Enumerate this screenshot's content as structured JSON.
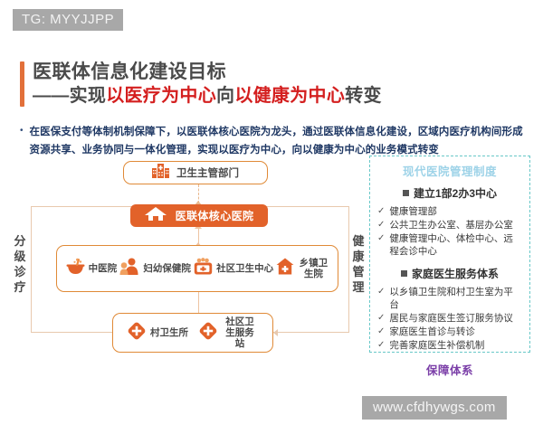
{
  "watermarks": {
    "top": "TG: MYYJJPP",
    "bottom": "www.cfdhywgs.com"
  },
  "title": {
    "main": "医联体信息化建设目标",
    "sub_prefix": "——实现",
    "sub_hl1": "以医疗为中心",
    "sub_mid": "向",
    "sub_hl2": "以健康为中心",
    "sub_suffix": "转变",
    "accent_color": "#e2703a",
    "highlight_color": "#d41f1f"
  },
  "bullet": {
    "marker": "•",
    "text": "在医保支付等体制机制保障下，以医联体核心医院为龙头，通过医联体信息化建设，区域内医疗机构间形成资源共享、业务协同与一体化管理，实现以医疗为中心，向以健康为中心的业务模式转变",
    "color": "#1f3864"
  },
  "diagram": {
    "authority": {
      "label": "卫生主管部门",
      "icon": "hospital-building-icon"
    },
    "core": {
      "label": "医联体核心医院",
      "icon": "home-icon",
      "fill": "#e2622a"
    },
    "middle_row": [
      {
        "label": "中医院",
        "icon": "mortar-bowl-icon"
      },
      {
        "label": "妇幼保健院",
        "icon": "mother-child-icon"
      },
      {
        "label": "社区卫生中心",
        "icon": "community-clinic-icon"
      },
      {
        "label": "乡镇卫生院",
        "icon": "house-cross-icon"
      }
    ],
    "bottom_row": [
      {
        "label": "村卫生所",
        "icon": "cross-diamond-icon"
      },
      {
        "label": "社区卫生服务站",
        "icon": "cross-diamond-icon"
      }
    ],
    "side_left": "分级诊疗",
    "side_right": "健康管理",
    "frame_color": "#e8c9ae",
    "node_border_color": "#e08a37"
  },
  "panel": {
    "title": "现代医院管理制度",
    "title_color": "#9ed3e8",
    "border_color": "#68c8c8",
    "sections": [
      {
        "heading": "建立1部2办3中心",
        "items": [
          "健康管理部",
          "公共卫生办公室、基层办公室",
          "健康管理中心、体检中心、远程会诊中心"
        ]
      },
      {
        "heading": "家庭医生服务体系",
        "items": [
          "以乡镇卫生院和村卫生室为平台",
          "居民与家庭医生签订服务协议",
          "家庭医生首诊与转诊",
          "完善家庭医生补偿机制"
        ]
      }
    ],
    "footer": "保障体系",
    "footer_color": "#7b3fa8",
    "check_glyph": "✓",
    "bullet_glyph": "■"
  }
}
